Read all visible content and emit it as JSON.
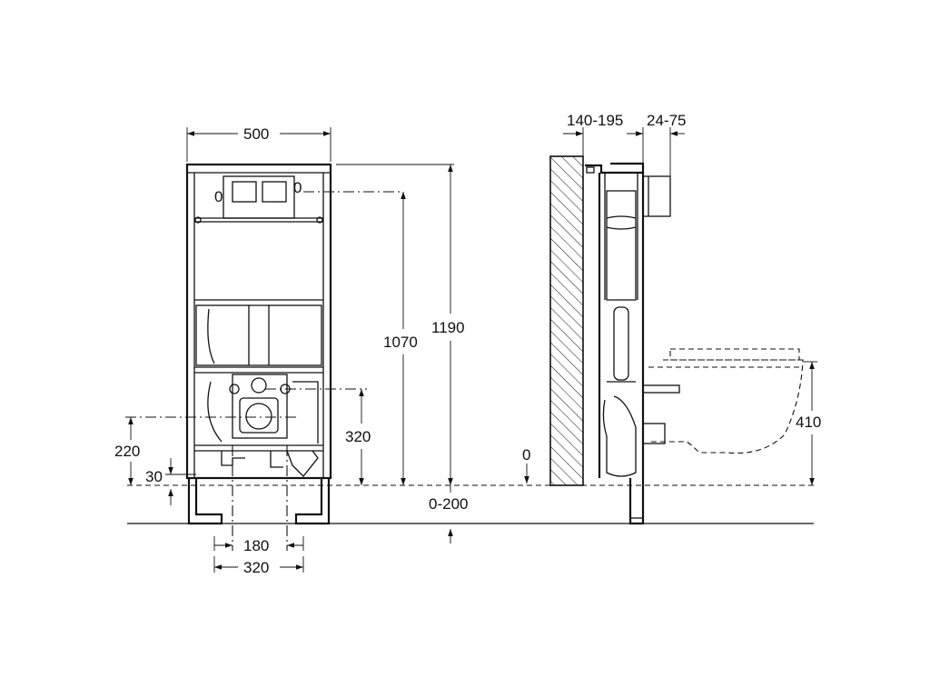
{
  "front_view": {
    "width": "500",
    "height_total": "1190",
    "height_flush": "1070",
    "height_outlet": "320",
    "height_side_inlet": "220",
    "height_foot": "30",
    "bottom_spacing_inner": "180",
    "bottom_spacing_outer": "320",
    "button_left": "0",
    "button_right": "0"
  },
  "side_view": {
    "depth": "140-195",
    "offset": "24-75",
    "floor_level": "0",
    "floor_adjust": "0-200",
    "bowl_height": "410"
  }
}
